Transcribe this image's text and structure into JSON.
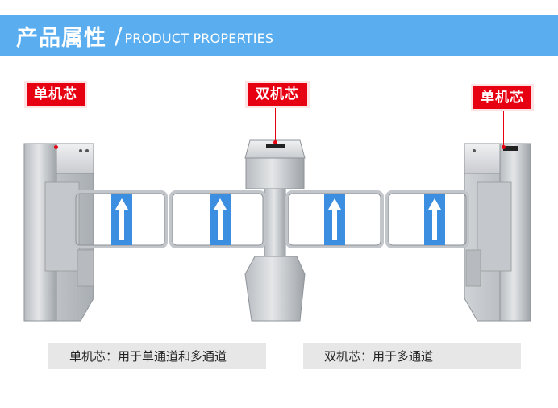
{
  "header": {
    "title": "产品属性",
    "slash": "/",
    "subtitle": "PRODUCT PROPERTIES"
  },
  "tags": {
    "left": "单机芯",
    "center": "双机芯",
    "right": "单机芯"
  },
  "captions": {
    "single": "单机芯：用于单通道和多通道",
    "double": "双机芯：用于多通道"
  },
  "colors": {
    "header": "#5aaeef",
    "tag": "#e60012",
    "arrow_panel": "#3b8ee0",
    "caption_bg": "#e7e7e7"
  },
  "icons": [
    "up-arrow-icon"
  ]
}
